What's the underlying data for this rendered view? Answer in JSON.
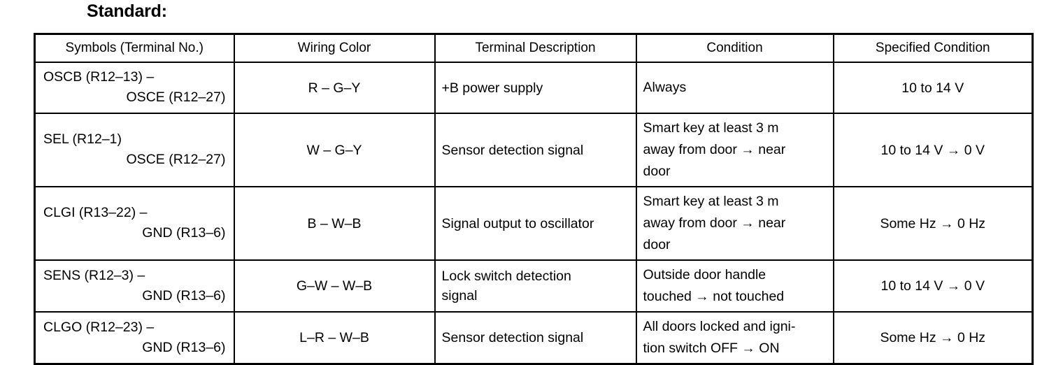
{
  "document": {
    "title": "Standard:"
  },
  "table": {
    "headers": [
      "Symbols (Terminal No.)",
      "Wiring Color",
      "Terminal Description",
      "Condition",
      "Specified Condition"
    ],
    "rows": [
      {
        "symbol_line1": "OSCB (R12–13) –",
        "symbol_line2": "OSCE (R12–27)",
        "wiring_color": "R – G–Y",
        "terminal_description_line1": "+B power supply",
        "terminal_description_line2": "",
        "condition_line1": "Always",
        "condition_line2": "",
        "condition_line3": "",
        "specified_condition": "10 to 14 V"
      },
      {
        "symbol_line1": "SEL (R12–1)",
        "symbol_line2": "OSCE (R12–27)",
        "wiring_color": "W – G–Y",
        "terminal_description_line1": "Sensor detection signal",
        "terminal_description_line2": "",
        "condition_line1": "Smart key at least 3 m",
        "condition_line2": "away from door → near",
        "condition_line3": "door",
        "specified_condition": "10 to 14 V → 0 V"
      },
      {
        "symbol_line1": "CLGI (R13–22) –",
        "symbol_line2": "GND (R13–6)",
        "wiring_color": "B – W–B",
        "terminal_description_line1": "Signal output to oscillator",
        "terminal_description_line2": "",
        "condition_line1": "Smart key at least 3 m",
        "condition_line2": "away from door → near",
        "condition_line3": "door",
        "specified_condition": "Some Hz → 0 Hz"
      },
      {
        "symbol_line1": "SENS (R12–3) –",
        "symbol_line2": "GND (R13–6)",
        "wiring_color": "G–W – W–B",
        "terminal_description_line1": "Lock switch detection",
        "terminal_description_line2": "signal",
        "condition_line1": "Outside door handle",
        "condition_line2": "touched → not touched",
        "condition_line3": "",
        "specified_condition": "10 to 14 V → 0 V"
      },
      {
        "symbol_line1": "CLGO (R12–23) –",
        "symbol_line2": "GND (R13–6)",
        "wiring_color": "L–R – W–B",
        "terminal_description_line1": "Sensor detection signal",
        "terminal_description_line2": "",
        "condition_line1": "All doors locked and igni-",
        "condition_line2": "tion switch OFF → ON",
        "condition_line3": "",
        "specified_condition": "Some Hz → 0 Hz"
      }
    ]
  }
}
